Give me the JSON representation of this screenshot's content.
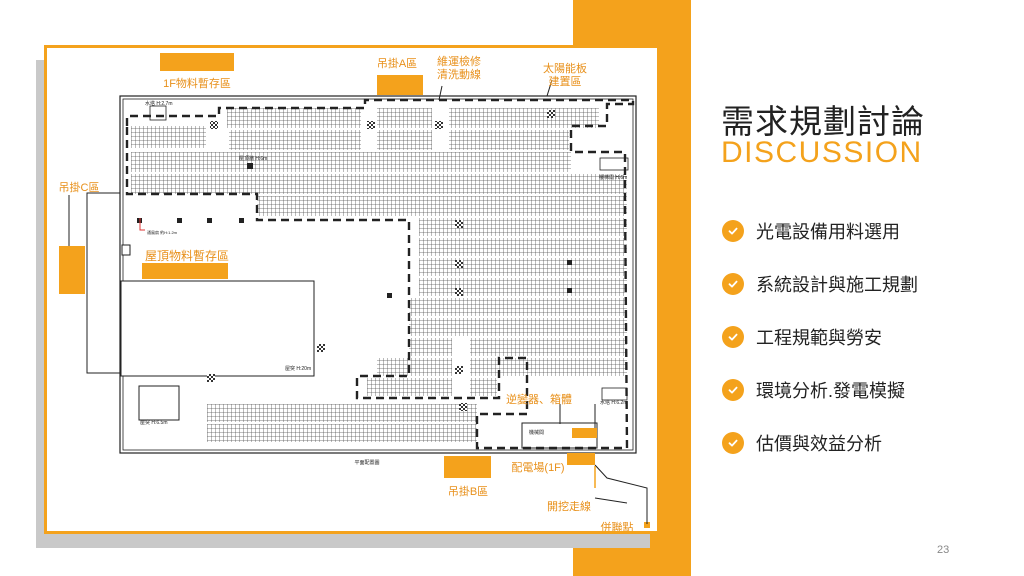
{
  "slide": {
    "title_zh": "需求規劃討論",
    "title_en": "DISCUSSION",
    "page_number": "23",
    "accent_color": "#f4a21c",
    "bullets": [
      {
        "text": "光電設備用料選用",
        "icon": "check-icon"
      },
      {
        "text": "系統設計與施工規劃",
        "icon": "check-icon"
      },
      {
        "text": "工程規範與勞安",
        "icon": "check-icon"
      },
      {
        "text": "環境分析.發電模擬",
        "icon": "check-icon"
      },
      {
        "text": "估價與效益分析",
        "icon": "check-icon"
      }
    ]
  },
  "plan": {
    "labels": {
      "storage_1f": "1F物料暫存區",
      "hang_a": "吊掛A區",
      "maintenance_line1": "維運檢修",
      "maintenance_line2": "清洗動線",
      "solar_area_line1": "太陽能板",
      "solar_area_line2": "建置區",
      "hang_c": "吊掛C區",
      "roof_storage": "屋頂物料暫存區",
      "inverter": "逆變器、箱體",
      "substation": "配電場(1F)",
      "hang_b": "吊掛B區",
      "trench": "開挖走線",
      "grid_point": "併聯點",
      "floor_plan_caption": "平面配置圖"
    },
    "small_labels": {
      "roof_h27": "水塔 H:2.7m",
      "tower_h6": "屋頂牆 H:6m",
      "tower_h6b": "樓梯間 H:6m",
      "tower_h12": "通風扇 約H:1.2m",
      "roof_h20": "屋突 H:20m",
      "roof_h65": "屋突 H:6.5m",
      "roof_h62": "水塔 H:6.2m",
      "equip_room": "機械間"
    }
  }
}
